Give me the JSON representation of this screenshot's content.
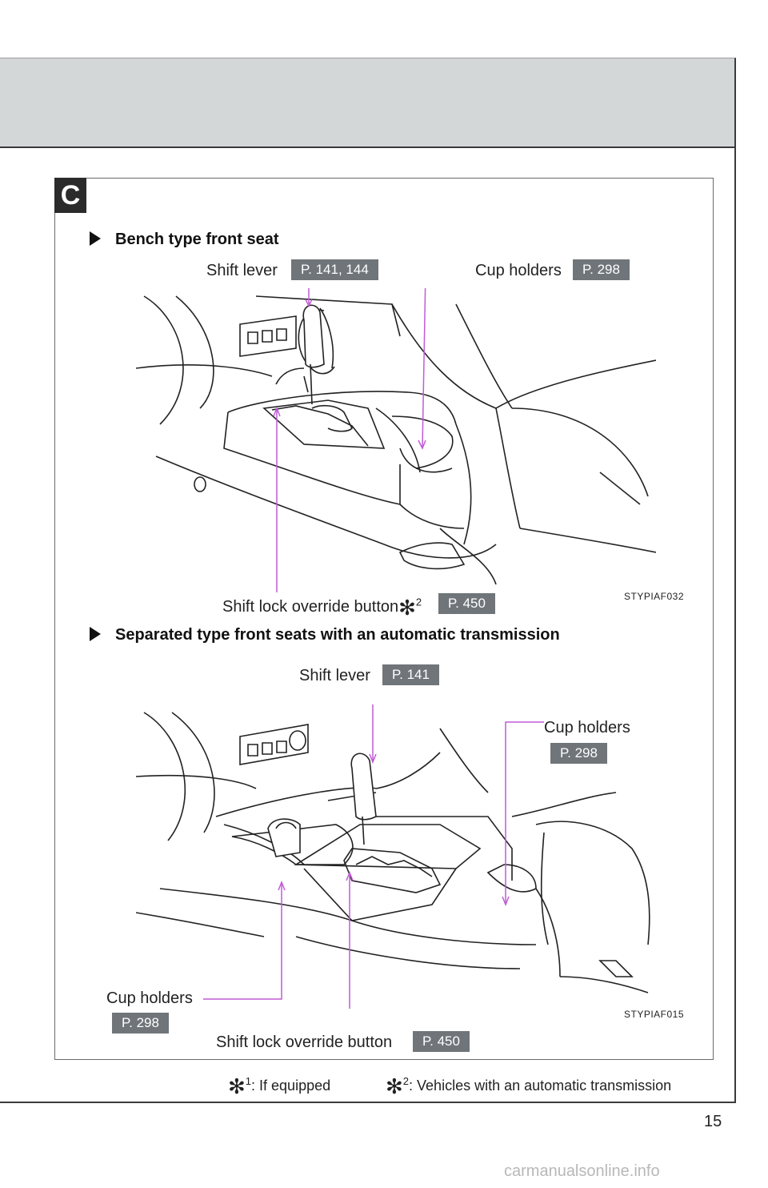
{
  "section": {
    "letter": "C"
  },
  "bench": {
    "heading": "Bench type front seat",
    "shift_lever": {
      "label": "Shift lever",
      "page": "P. 141, 144"
    },
    "cup_holders": {
      "label": "Cup holders",
      "page": "P. 298"
    },
    "shift_lock": {
      "label": "Shift lock override button",
      "page": "P. 450"
    },
    "code": "STYPIAF032"
  },
  "separated": {
    "heading": "Separated type front seats with an automatic transmission",
    "shift_lever": {
      "label": "Shift lever",
      "page": "P. 141"
    },
    "cup_holders_right": {
      "label": "Cup holders",
      "page": "P. 298"
    },
    "cup_holders_left": {
      "label": "Cup holders",
      "page": "P. 298"
    },
    "shift_lock": {
      "label": "Shift lock override button",
      "page": "P. 450"
    },
    "code": "STYPIAF015"
  },
  "footnotes": {
    "note1": ": If equipped",
    "note2": ":  Vehicles with an automatic transmission"
  },
  "page_number": "15",
  "watermark": "carmanualsonline.info",
  "colors": {
    "leader": "#c05bd6",
    "ref_badge": "#6f7579",
    "header_band": "#d4d7d8"
  }
}
